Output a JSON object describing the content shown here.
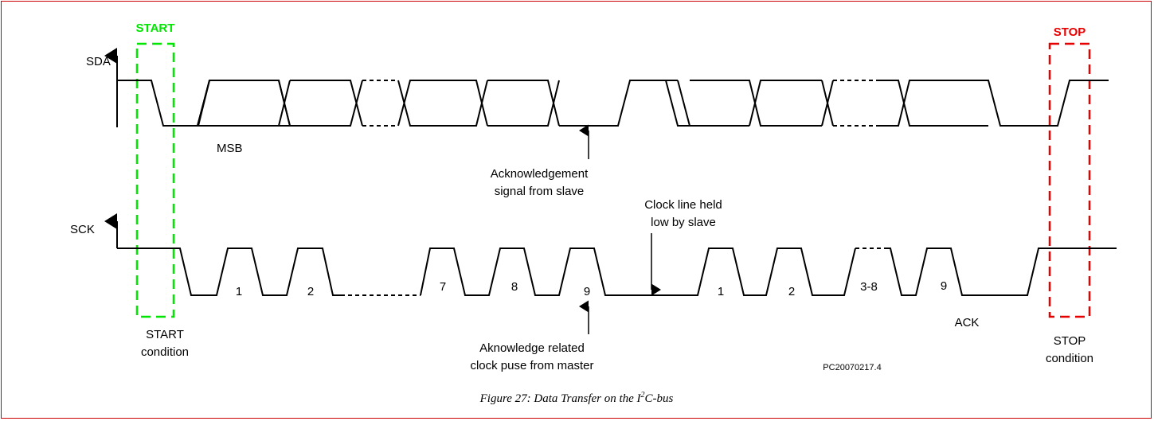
{
  "signals": {
    "sda": "SDA",
    "sck": "SCK"
  },
  "conditions": {
    "start_title": "START",
    "stop_title": "STOP",
    "start_line1": "START",
    "start_line2": "condition",
    "stop_line1": "STOP",
    "stop_line2": "condition"
  },
  "annotations": {
    "msb": "MSB",
    "ack_signal_line1": "Acknowledgement",
    "ack_signal_line2": "signal from slave",
    "clock_held_line1": "Clock line held",
    "clock_held_line2": "low by slave",
    "ack_clock_line1": "Aknowledge related",
    "ack_clock_line2": "clock puse from master",
    "ack": "ACK",
    "figure_id": "PC20070217.4"
  },
  "pulses": [
    "1",
    "2",
    "7",
    "8",
    "9",
    "1",
    "2",
    "3-8",
    "9"
  ],
  "caption": {
    "prefix": "Figure 27: Data Transfer on the I",
    "superscript": "2",
    "suffix": "C-bus"
  },
  "colors": {
    "start": "#00e600",
    "stop": "#e60000",
    "frame": "#cc0000"
  }
}
